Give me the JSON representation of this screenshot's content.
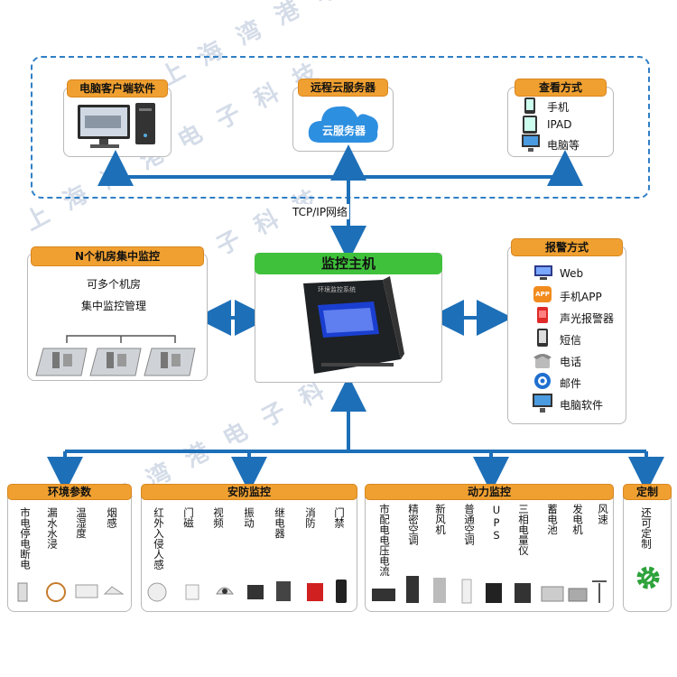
{
  "watermark": "上海湾港电子科技",
  "top_boxes": {
    "client_software": "电脑客户端软件",
    "cloud": "远程云服务器",
    "cloud_label": "云服务器",
    "view": "查看方式",
    "view_items": [
      "手机",
      "IPAD",
      "电脑等"
    ]
  },
  "network_label": "TCP/IP网络",
  "central": {
    "title": "N个机房集中监控",
    "lines": [
      "可多个机房",
      "集中监控管理"
    ]
  },
  "host": {
    "title": "监控主机",
    "screen_text": "环境监控系统"
  },
  "alarm": {
    "title": "报警方式",
    "items": [
      "Web",
      "手机APP",
      "声光报警器",
      "短信",
      "电话",
      "邮件",
      "电脑软件"
    ],
    "app_badge": "APP"
  },
  "bottom": {
    "env": {
      "title": "环境参数",
      "items": [
        "市电停电断电",
        "漏水水浸",
        "温湿度",
        "烟感"
      ]
    },
    "security": {
      "title": "安防监控",
      "items": [
        "红外入侵人感",
        "门磁",
        "视频",
        "振动",
        "继电器",
        "消防",
        "门禁"
      ]
    },
    "power": {
      "title": "动力监控",
      "items": [
        "市配电电压电流",
        "精密空调",
        "新风机",
        "普通空调",
        "UPS",
        "三相电量仪",
        "蓄电池",
        "发电机",
        "风速"
      ]
    },
    "custom": {
      "title": "定制",
      "items": [
        "还可定制"
      ]
    }
  },
  "colors": {
    "arrow": "#1d6fb8",
    "dashed_border": "#2f7fc6",
    "orange_tab": "#f0a030",
    "green_tab": "#3fc13b"
  }
}
